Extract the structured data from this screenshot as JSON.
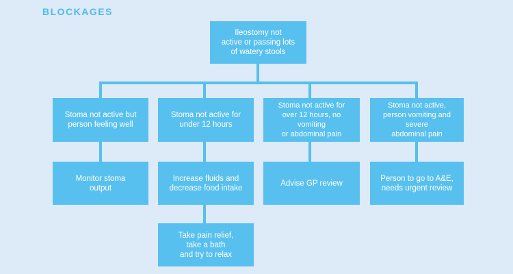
{
  "title": "BLOCKAGES",
  "colors": {
    "background": "#ddeaf8",
    "box": "#58c0ee",
    "connector": "#56bfec",
    "title": "#4dbbe9"
  },
  "root": {
    "text": "Ileostomy not\nactive or passing lots\nof watery stools"
  },
  "branches": [
    {
      "condition": "Stoma not active but\nperson feeling well",
      "actions": [
        "Monitor stoma\noutput"
      ]
    },
    {
      "condition": "Stoma not active for\nunder 12 hours",
      "actions": [
        "Increase fluids and\ndecrease food intake",
        "Take pain relief,\ntake a bath\nand try to relax"
      ]
    },
    {
      "condition": "Stoma not active for\nover 12 hours, no vomiting\nor abdominal pain",
      "actions": [
        "Advise GP review"
      ]
    },
    {
      "condition": "Stoma not active,\nperson vomiting and severe\nabdominal pain",
      "actions": [
        "Person to go to A&E,\nneeds urgent review"
      ]
    }
  ]
}
